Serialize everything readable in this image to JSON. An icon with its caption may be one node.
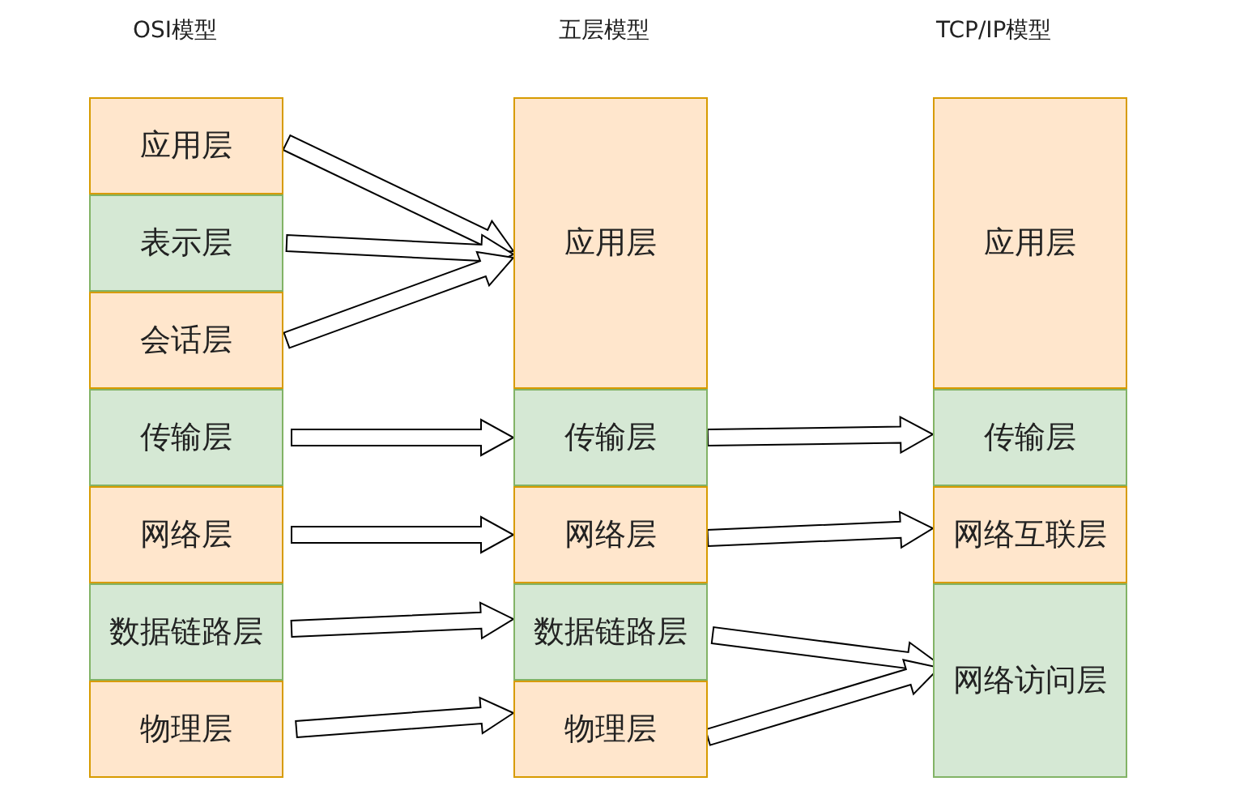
{
  "diagram": {
    "nodes": [
      {
        "text": [
          "应用层"
        ]
      },
      {
        "text": [
          "表示层"
        ]
      },
      {
        "text": [
          "会话层"
        ]
      },
      {
        "text": [
          "传输层"
        ]
      },
      {
        "text": [
          "网络层"
        ]
      },
      {
        "text": [
          "数据链路层"
        ]
      },
      {
        "text": [
          "物理层"
        ]
      },
      {
        "text": [
          "应用层"
        ]
      },
      {
        "text": [
          "传输层"
        ]
      },
      {
        "text": [
          "网络层"
        ]
      },
      {
        "text": [
          "数据链路层"
        ]
      },
      {
        "text": [
          "物理层"
        ]
      },
      {
        "text": [
          "应用层"
        ]
      },
      {
        "text": [
          "传输层"
        ]
      },
      {
        "text": [
          "网络互联层"
        ]
      },
      {
        "text": [
          "网络访问层"
        ]
      }
    ],
    "edges": [
      {
        "from": 0,
        "to": 7,
        "arrow": "to"
      },
      {
        "from": 1,
        "to": 7,
        "arrow": "to"
      },
      {
        "from": 2,
        "to": 7,
        "arrow": "to"
      },
      {
        "from": 3,
        "to": 8,
        "arrow": "to"
      },
      {
        "from": 4,
        "to": 9,
        "arrow": "to"
      },
      {
        "from": 5,
        "to": 10,
        "arrow": "to"
      },
      {
        "from": 6,
        "to": 11,
        "arrow": "to"
      },
      {
        "from": 8,
        "to": 13,
        "arrow": "to"
      },
      {
        "from": 9,
        "to": 14,
        "arrow": "to"
      },
      {
        "from": 10,
        "to": 15,
        "arrow": "to"
      },
      {
        "from": 11,
        "to": 15,
        "arrow": "to"
      }
    ],
    "labels": [
      "OSI模型",
      "五层模型",
      "TCP/IP模型"
    ]
  }
}
